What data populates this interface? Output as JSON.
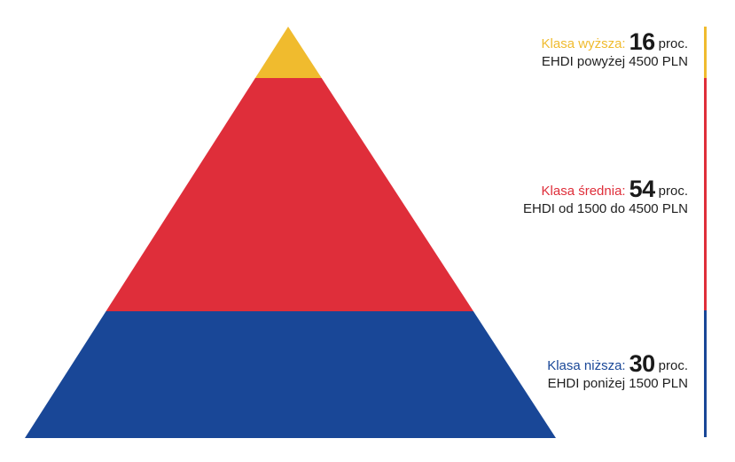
{
  "tiers": [
    {
      "key": "upper",
      "name": "Klasa wyższa:",
      "value": "16",
      "unit": "proc.",
      "detail": "EHDI powyżej 4500 PLN",
      "share": 16,
      "color": "#f0bb2e"
    },
    {
      "key": "middle",
      "name": "Klasa średnia:",
      "value": "54",
      "unit": "proc.",
      "detail": "EHDI od 1500 do 4500 PLN",
      "share": 54,
      "color": "#df2e3a"
    },
    {
      "key": "lower",
      "name": "Klasa niższa:",
      "value": "30",
      "unit": "proc.",
      "detail": "EHDI poniżej 1500 PLN",
      "share": 30,
      "color": "#194797"
    }
  ]
}
